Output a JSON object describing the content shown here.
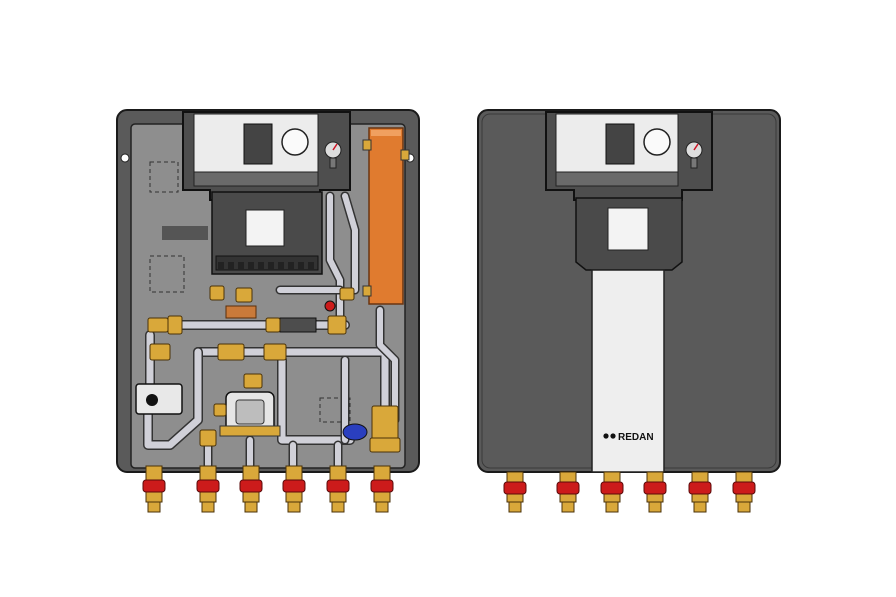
{
  "brand": {
    "logo_text": "REDAN"
  },
  "colors": {
    "housing_dark": "#5a5a5a",
    "housing_outline": "#1a1a1a",
    "backplate": "#8e8e8e",
    "controller_face": "#ececec",
    "heat_exchanger": "#e07b2f",
    "pipe": "#d0d0d8",
    "brass": "#d9a83a",
    "valve_handle": "#cc1b1b",
    "pump_blue": "#2a3fbf",
    "front_panel": "#eeeeee"
  },
  "views": {
    "left": {
      "label": "open-unit-interior"
    },
    "right": {
      "label": "closed-unit-front"
    }
  }
}
